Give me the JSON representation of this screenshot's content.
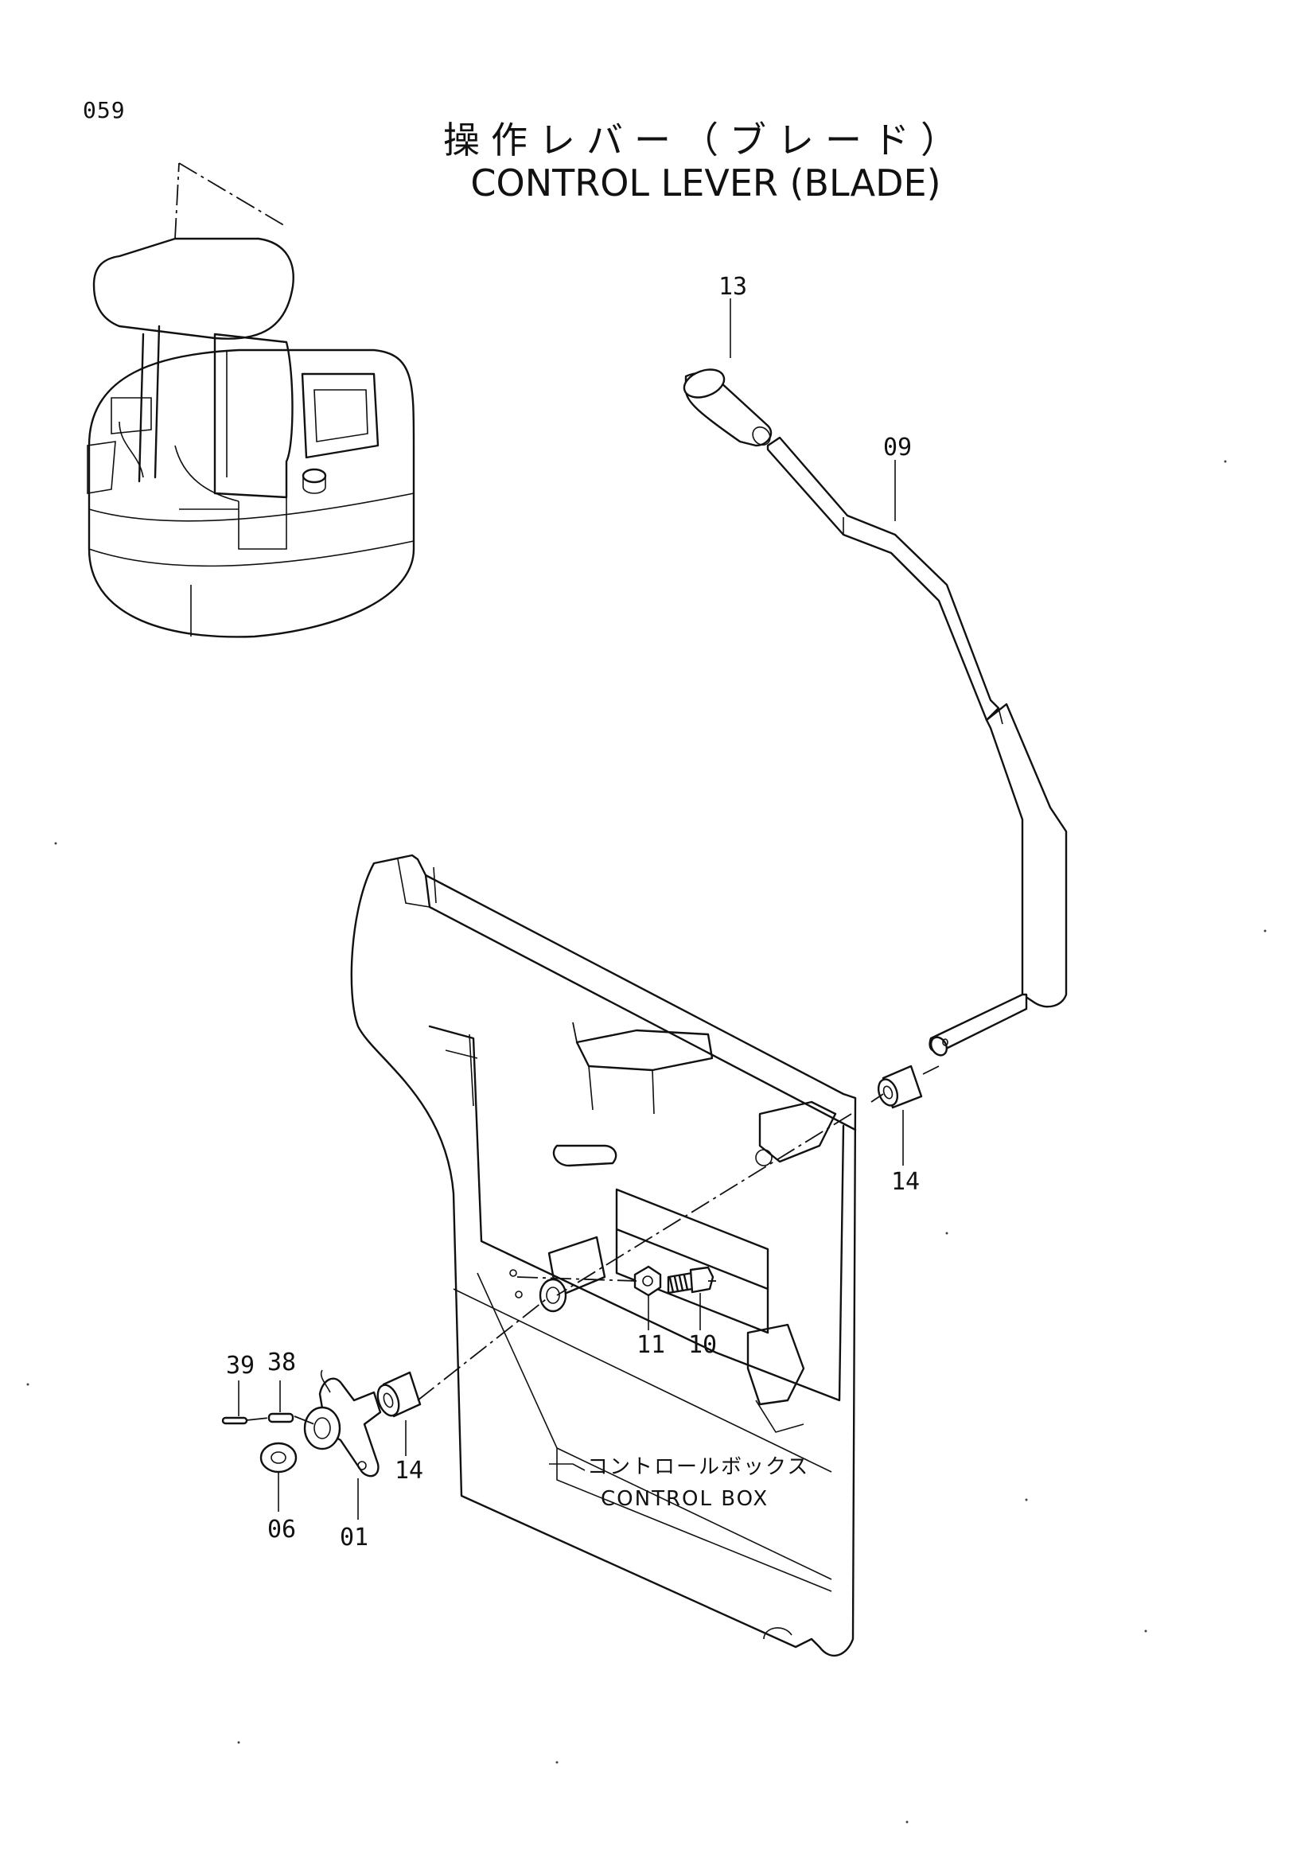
{
  "page_number": "059",
  "title_ja": "操作レバー（ブレード）",
  "title_en": "CONTROL LEVER (BLADE)",
  "callouts": {
    "c13": "13",
    "c09": "09",
    "c14a": "14",
    "c11": "11",
    "c10": "10",
    "c39": "39",
    "c38": "38",
    "c14b": "14",
    "c06": "06",
    "c01": "01"
  },
  "control_box_label_ja": "コントロールボックス",
  "control_box_label_en": "CONTROL BOX"
}
